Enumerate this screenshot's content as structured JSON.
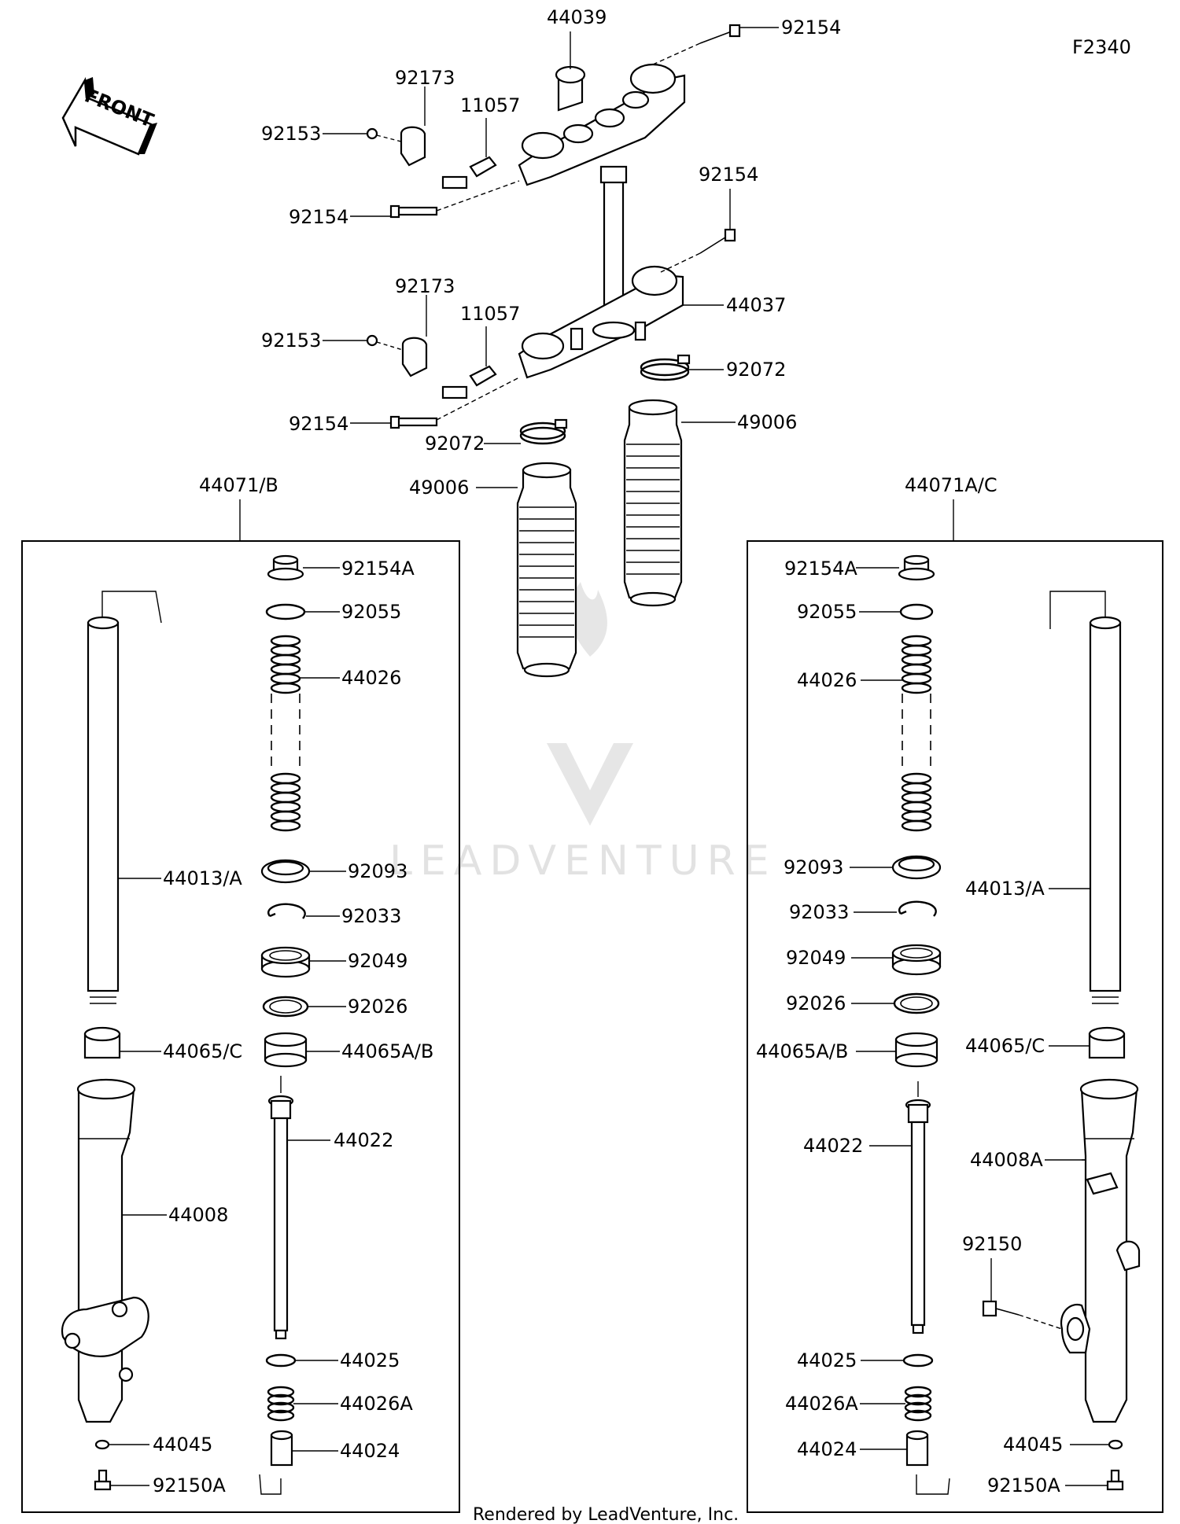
{
  "diagram_code": "F2340",
  "front_arrow_label": "FRONT",
  "watermark": "LEADVENTURE",
  "footer": "Rendered by LeadVenture, Inc.",
  "top_labels": {
    "upper_bracket": "44039",
    "upper_bolt_right": "92154",
    "upper_clamp": "92173",
    "upper_plate": "11057",
    "upper_bolt_small": "92153",
    "upper_bolt_left": "92154",
    "stem_bolt": "92154",
    "lower_clamp": "92173",
    "lower_plate": "11057",
    "stem": "44037",
    "lower_bolt_small": "92153",
    "band_right": "92072",
    "lower_bolt_left": "92154",
    "boot_right": "49006",
    "band_left": "92072",
    "boot_left": "49006"
  },
  "left_assembly": {
    "title": "44071/B",
    "labels": {
      "cap_bolt": "92154A",
      "o_ring": "92055",
      "spring": "44026",
      "inner_tube": "44013/A",
      "dust_seal": "92093",
      "stop_ring": "92033",
      "oil_seal": "92049",
      "washer": "92026",
      "bushing_c": "44065/C",
      "bushing_ab": "44065A/B",
      "cylinder": "44022",
      "outer_tube": "44008",
      "piston_ring": "44025",
      "rebound_spring": "44026A",
      "gasket": "44045",
      "oil_lock": "44024",
      "drain_bolt": "92150A"
    }
  },
  "right_assembly": {
    "title": "44071A/C",
    "labels": {
      "cap_bolt": "92154A",
      "o_ring": "92055",
      "spring": "44026",
      "dust_seal": "92093",
      "inner_tube": "44013/A",
      "stop_ring": "92033",
      "oil_seal": "92049",
      "washer": "92026",
      "bushing_ab": "44065A/B",
      "bushing_c": "44065/C",
      "cylinder": "44022",
      "outer_tube": "44008A",
      "caliper_bolt": "92150",
      "piston_ring": "44025",
      "rebound_spring": "44026A",
      "gasket": "44045",
      "oil_lock": "44024",
      "drain_bolt": "92150A"
    }
  }
}
